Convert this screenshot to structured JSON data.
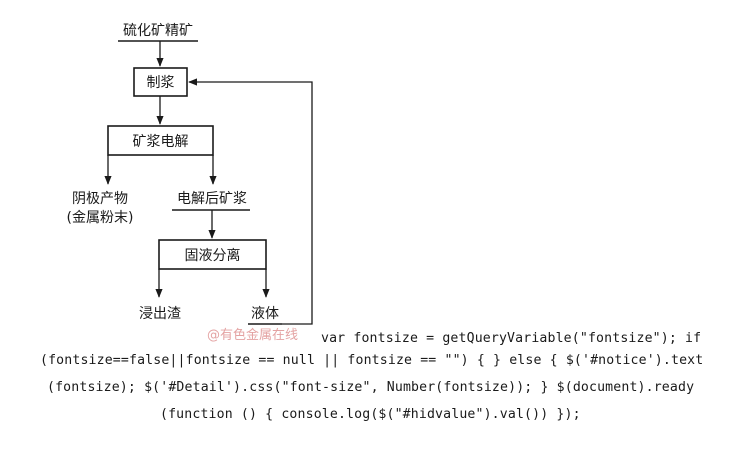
{
  "diagram": {
    "nodes": {
      "concentrate": "硫化矿精矿",
      "slurrying": "制浆",
      "electrolysis": "矿浆电解",
      "cathode_product": "阴极产物",
      "cathode_product_note": "(金属粉末)",
      "post_slurry": "电解后矿浆",
      "separation": "固液分离",
      "leach_residue": "浸出渣",
      "liquid": "液体"
    }
  },
  "watermark": "@有色金属在线",
  "code": {
    "line1": "var fontsize = getQueryVariable(\"fontsize\"); if",
    "line2": "(fontsize==false||fontsize == null || fontsize == \"\") { } else { $('#notice').text",
    "line3": "(fontsize); $('#Detail').css(\"font-size\", Number(fontsize)); } $(document).ready",
    "line4": "(function () { console.log($(\"#hidvalue\").val()) });"
  }
}
